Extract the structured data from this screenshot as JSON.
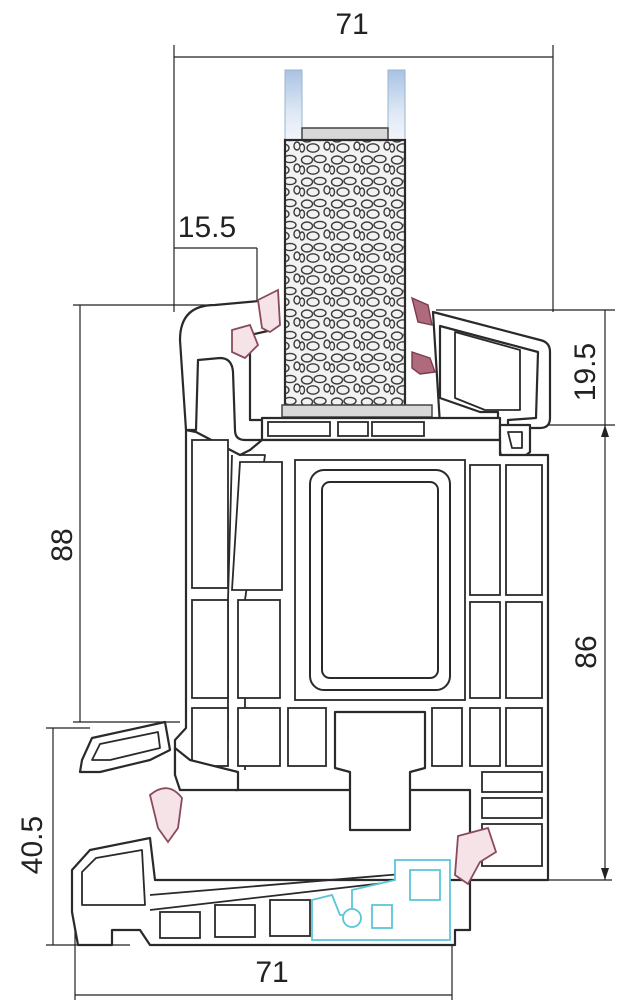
{
  "dimensions": {
    "top_width": "71",
    "glazing_offset": "15.5",
    "overlap_height": "19.5",
    "frame_height_left": "88",
    "sash_height_right": "86",
    "sill_height": "40.5",
    "bottom_width": "71"
  },
  "colors": {
    "profile_outline": "#2a2a2a",
    "gasket": "#8a4a5c",
    "hardware": "#59c6d8",
    "glass": "#9ab3cf"
  }
}
